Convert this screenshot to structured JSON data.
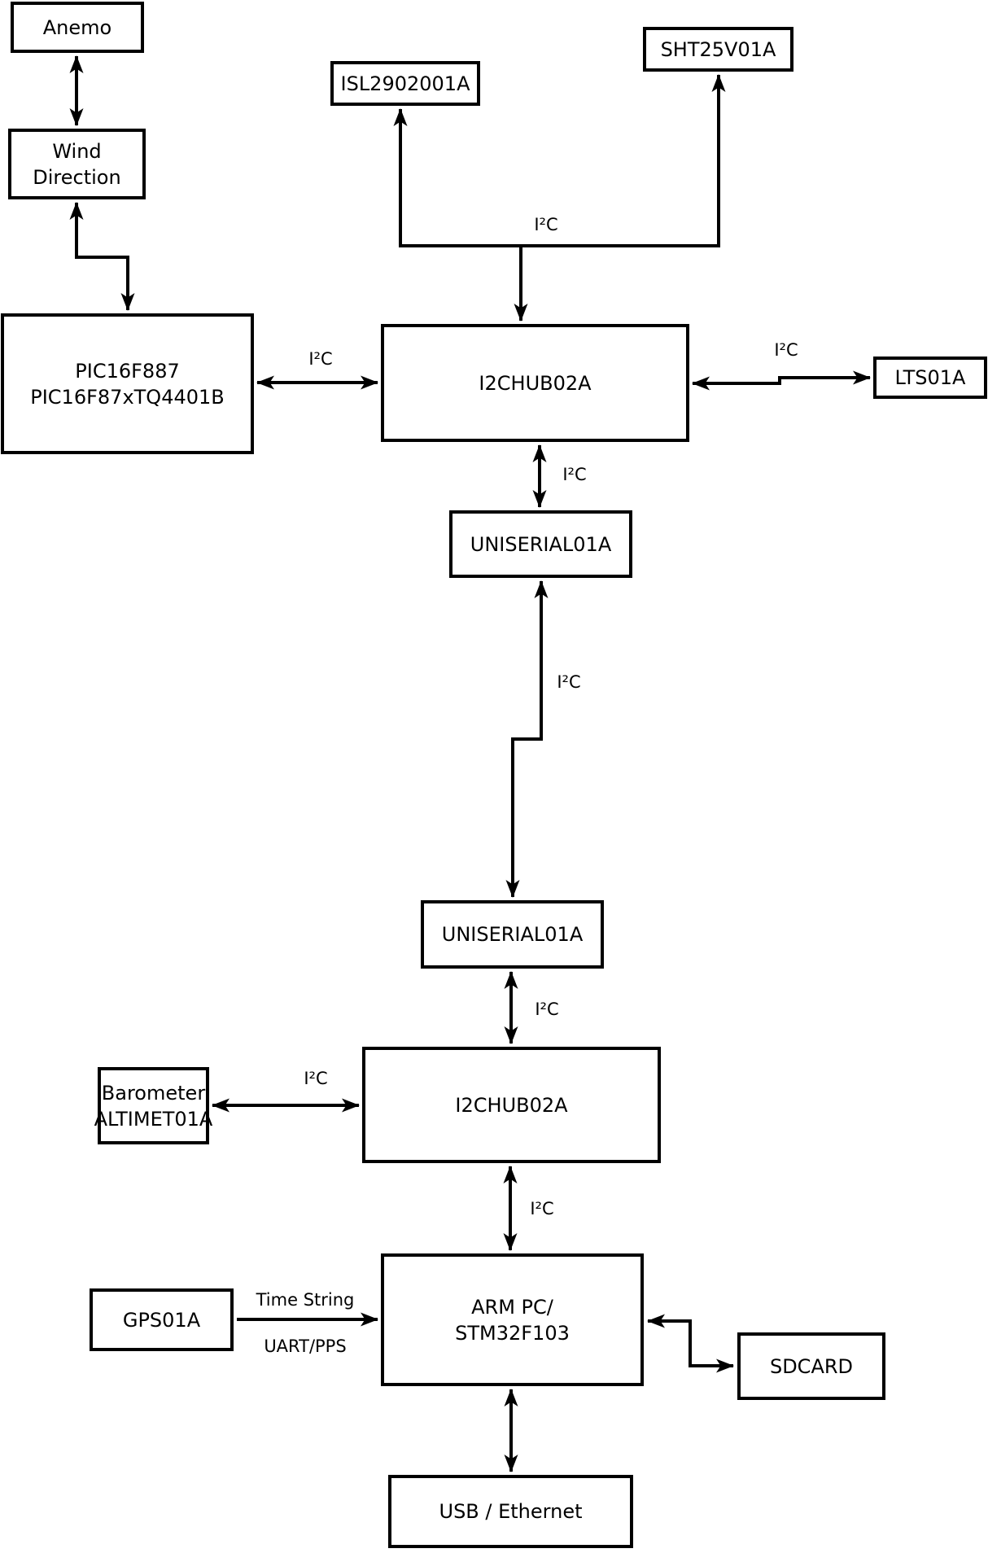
{
  "nodes": {
    "anemo": {
      "label": "Anemo"
    },
    "wind": {
      "line1": "Wind",
      "line2": "Direction"
    },
    "isl": {
      "label": "ISL2902001A"
    },
    "sht": {
      "label": "SHT25V01A"
    },
    "pic": {
      "line1": "PIC16F887",
      "line2": "PIC16F87xTQ4401B"
    },
    "hub1": {
      "label": "I2CHUB02A"
    },
    "lts": {
      "label": "LTS01A"
    },
    "uniserial1": {
      "label": "UNISERIAL01A"
    },
    "uniserial2": {
      "label": "UNISERIAL01A"
    },
    "hub2": {
      "label": "I2CHUB02A"
    },
    "barometer": {
      "line1": "Barometer",
      "line2": "ALTIMET01A"
    },
    "gps": {
      "label": "GPS01A"
    },
    "arm": {
      "line1": "ARM PC/",
      "line2": "STM32F103"
    },
    "sdcard": {
      "label": "SDCARD"
    },
    "usb": {
      "label": "USB / Ethernet"
    }
  },
  "edge_labels": {
    "bus_top": "I²C",
    "pic_hub1": "I²C",
    "hub1_lts": "I²C",
    "hub1_uniserial1": "I²C",
    "uniserial1_uniserial2": "I²C",
    "uniserial2_hub2": "I²C",
    "barometer_hub2": "I²C",
    "hub2_arm": "I²C",
    "gps_arm_top": "Time String",
    "gps_arm_bottom": "UART/PPS"
  },
  "colors": {
    "line": "#000000",
    "background": "#ffffff"
  }
}
